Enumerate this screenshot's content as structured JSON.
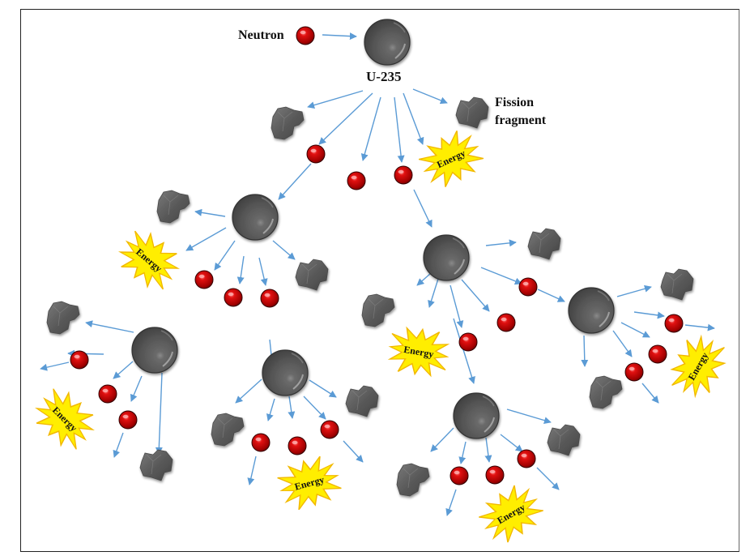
{
  "title": "Nuclear fission chain reaction",
  "labels": {
    "neutron": "Neutron",
    "nucleus": "U-235",
    "fragment_line1": "Fission",
    "fragment_line2": "fragment",
    "energy": "Energy"
  },
  "legend_items": [
    "Neutron",
    "U-235",
    "Fission fragment",
    "Energy"
  ],
  "colors": {
    "neutron": "#cc0000",
    "nucleus": "#555555",
    "fragment": "#5a5a5a",
    "energy_fill": "#ffee00",
    "energy_stroke": "#f2b800",
    "arrow": "#5b9bd5",
    "frame": "#222222"
  },
  "structure": {
    "generations": 3,
    "nuclei_count": 7,
    "energy_bursts": 7
  }
}
